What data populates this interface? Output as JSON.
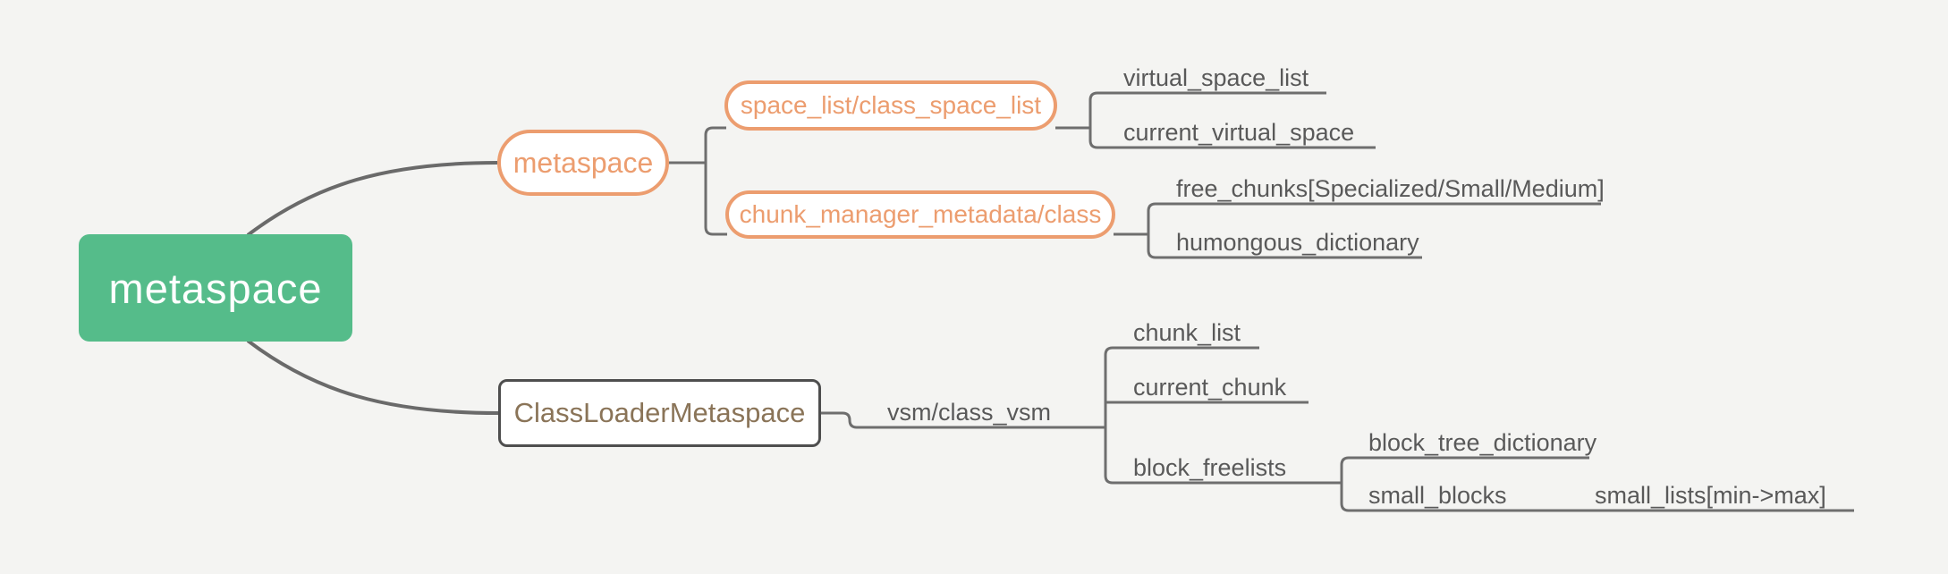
{
  "colors": {
    "bg": "#f4f4f2",
    "green": "#55bc8a",
    "orange": "#ec9d6f",
    "line": "#6e6e6e",
    "label": "#595959",
    "box-border": "#4e4e4e",
    "box-text": "#8a7458"
  },
  "mindmap": {
    "root": {
      "label": "metaspace"
    },
    "branches": [
      {
        "label": "metaspace",
        "children": [
          {
            "label": "space_list/class_space_list",
            "children": [
              {
                "label": "virtual_space_list"
              },
              {
                "label": "current_virtual_space"
              }
            ]
          },
          {
            "label": "chunk_manager_metadata/class",
            "children": [
              {
                "label": "free_chunks[Specialized/Small/Medium]"
              },
              {
                "label": "humongous_dictionary"
              }
            ]
          }
        ]
      },
      {
        "label": "ClassLoaderMetaspace",
        "children": [
          {
            "label": "vsm/class_vsm",
            "children": [
              {
                "label": "chunk_list"
              },
              {
                "label": "current_chunk"
              },
              {
                "label": "block_freelists",
                "children": [
                  {
                    "label": "block_tree_dictionary"
                  },
                  {
                    "label": "small_blocks",
                    "children": [
                      {
                        "label": "small_lists[min->max]"
                      }
                    ]
                  }
                ]
              }
            ]
          }
        ]
      }
    ]
  }
}
